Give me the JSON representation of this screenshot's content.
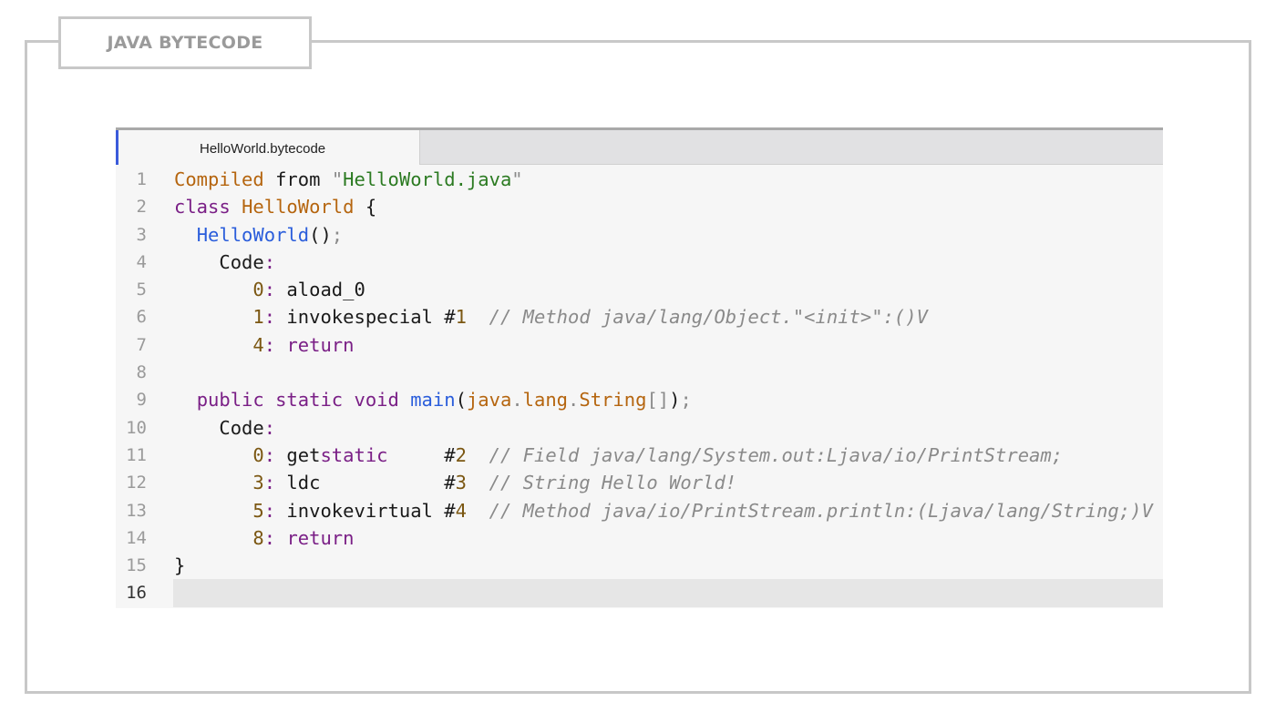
{
  "slide": {
    "title": "JAVA BYTECODE"
  },
  "editor": {
    "tab_label": "HelloWorld.bytecode",
    "current_line": 16,
    "lines": [
      {
        "n": "1",
        "tokens": [
          [
            "type",
            "Compiled"
          ],
          [
            "plain",
            " from "
          ],
          [
            "punc",
            "\""
          ],
          [
            "str",
            "HelloWorld.java"
          ],
          [
            "punc",
            "\""
          ]
        ]
      },
      {
        "n": "2",
        "tokens": [
          [
            "kw",
            "class"
          ],
          [
            "plain",
            " "
          ],
          [
            "type",
            "HelloWorld"
          ],
          [
            "plain",
            " {"
          ]
        ]
      },
      {
        "n": "3",
        "tokens": [
          [
            "plain",
            "  "
          ],
          [
            "def",
            "HelloWorld"
          ],
          [
            "plain",
            "()"
          ],
          [
            "punc",
            ";"
          ]
        ]
      },
      {
        "n": "4",
        "tokens": [
          [
            "plain",
            "    Code"
          ],
          [
            "kw",
            ":"
          ]
        ]
      },
      {
        "n": "5",
        "tokens": [
          [
            "plain",
            "       "
          ],
          [
            "num",
            "0"
          ],
          [
            "kw",
            ":"
          ],
          [
            "plain",
            " aload_0"
          ]
        ]
      },
      {
        "n": "6",
        "tokens": [
          [
            "plain",
            "       "
          ],
          [
            "num",
            "1"
          ],
          [
            "kw",
            ":"
          ],
          [
            "plain",
            " invokespecial #"
          ],
          [
            "num",
            "1"
          ],
          [
            "plain",
            "  "
          ],
          [
            "cmt",
            "// Method java/lang/Object.\"<init>\":()V"
          ]
        ]
      },
      {
        "n": "7",
        "tokens": [
          [
            "plain",
            "       "
          ],
          [
            "num",
            "4"
          ],
          [
            "kw",
            ":"
          ],
          [
            "plain",
            " "
          ],
          [
            "kw",
            "return"
          ]
        ]
      },
      {
        "n": "8",
        "tokens": []
      },
      {
        "n": "9",
        "tokens": [
          [
            "plain",
            "  "
          ],
          [
            "kw",
            "public"
          ],
          [
            "plain",
            " "
          ],
          [
            "kw",
            "static"
          ],
          [
            "plain",
            " "
          ],
          [
            "kw",
            "void"
          ],
          [
            "plain",
            " "
          ],
          [
            "def",
            "main"
          ],
          [
            "plain",
            "("
          ],
          [
            "type",
            "java"
          ],
          [
            "punc",
            "."
          ],
          [
            "type",
            "lang"
          ],
          [
            "punc",
            "."
          ],
          [
            "type",
            "String"
          ],
          [
            "punc",
            "[]"
          ],
          [
            "plain",
            ")"
          ],
          [
            "punc",
            ";"
          ]
        ]
      },
      {
        "n": "10",
        "tokens": [
          [
            "plain",
            "    Code"
          ],
          [
            "kw",
            ":"
          ]
        ]
      },
      {
        "n": "11",
        "tokens": [
          [
            "plain",
            "       "
          ],
          [
            "num",
            "0"
          ],
          [
            "kw",
            ":"
          ],
          [
            "plain",
            " get"
          ],
          [
            "kw",
            "static"
          ],
          [
            "plain",
            "     #"
          ],
          [
            "num",
            "2"
          ],
          [
            "plain",
            "  "
          ],
          [
            "cmt",
            "// Field java/lang/System.out:Ljava/io/PrintStream;"
          ]
        ]
      },
      {
        "n": "12",
        "tokens": [
          [
            "plain",
            "       "
          ],
          [
            "num",
            "3"
          ],
          [
            "kw",
            ":"
          ],
          [
            "plain",
            " ldc           #"
          ],
          [
            "num",
            "3"
          ],
          [
            "plain",
            "  "
          ],
          [
            "cmt",
            "// String Hello World!"
          ]
        ]
      },
      {
        "n": "13",
        "tokens": [
          [
            "plain",
            "       "
          ],
          [
            "num",
            "5"
          ],
          [
            "kw",
            ":"
          ],
          [
            "plain",
            " invokevirtual #"
          ],
          [
            "num",
            "4"
          ],
          [
            "plain",
            "  "
          ],
          [
            "cmt",
            "// Method java/io/PrintStream.println:(Ljava/lang/String;)V"
          ]
        ]
      },
      {
        "n": "14",
        "tokens": [
          [
            "plain",
            "       "
          ],
          [
            "num",
            "8"
          ],
          [
            "kw",
            ":"
          ],
          [
            "plain",
            " "
          ],
          [
            "kw",
            "return"
          ]
        ]
      },
      {
        "n": "15",
        "tokens": [
          [
            "plain",
            "}"
          ]
        ]
      },
      {
        "n": "16",
        "tokens": []
      }
    ]
  }
}
